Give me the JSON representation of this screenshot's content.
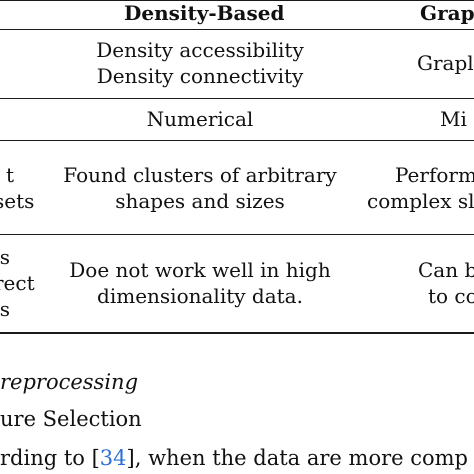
{
  "table": {
    "header": {
      "density": "Density-Based",
      "graph": "Grap"
    },
    "row1": {
      "density_lines": [
        "Density accessibility",
        "Density connectivity"
      ],
      "graph": "Grapl"
    },
    "row2": {
      "density": "Numerical",
      "graph": "Mi"
    },
    "row3": {
      "left_lines": [
        "t",
        "sets"
      ],
      "density_lines": [
        "Found clusters of arbitrary",
        "shapes and sizes"
      ],
      "graph_lines": [
        "Perform",
        "complex sl"
      ]
    },
    "row4": {
      "left_lines": [
        "s",
        "rect",
        "s"
      ],
      "density_lines": [
        "Doe not work well in high",
        "dimensionality data."
      ],
      "graph_lines": [
        "Can b",
        "to co"
      ]
    }
  },
  "body_text": {
    "section_heading": "reprocessing",
    "subsection_heading": "ure Selection",
    "sentence_start": "rding to [",
    "citation": "34",
    "sentence_end": "], when the data are more comp"
  }
}
